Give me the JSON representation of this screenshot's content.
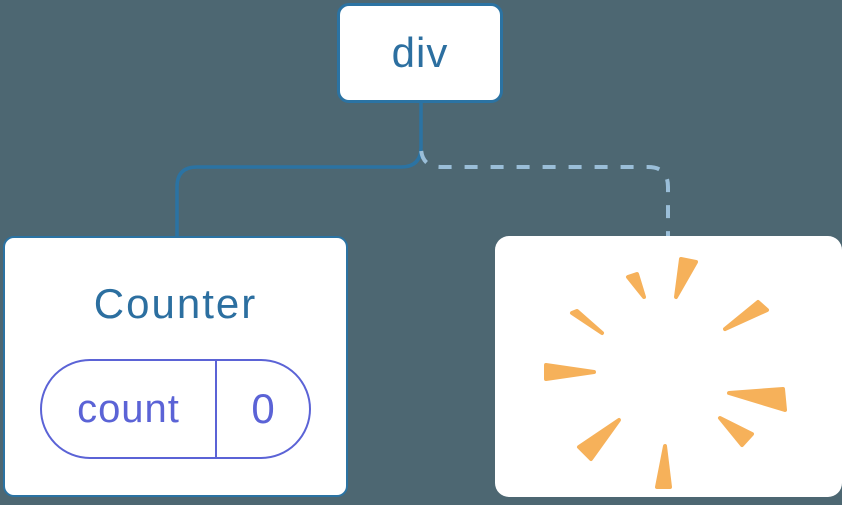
{
  "colors": {
    "background": "#4D6772",
    "node-border": "#2B73A3",
    "node-text": "#2C6FA0",
    "state": "#5B63D6",
    "dashed-edge": "#9ABED8",
    "poof": "#F6B15A",
    "card": "#FFFFFF"
  },
  "root_node": {
    "label": "div"
  },
  "counter_node": {
    "title": "Counter",
    "state_name": "count",
    "state_value": "0"
  },
  "removed_node": {
    "icon": "poof-burst"
  },
  "edges": [
    {
      "from": "div",
      "to": "Counter",
      "style": "solid"
    },
    {
      "from": "div",
      "to": "removed-node",
      "style": "dashed"
    }
  ]
}
